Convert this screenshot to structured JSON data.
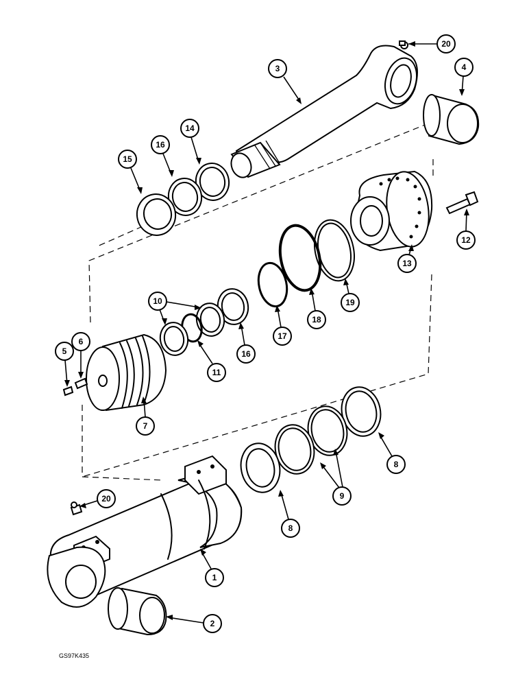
{
  "diagram": {
    "reference_code": "GS97K435",
    "callouts": [
      {
        "id": "c20a",
        "label": "20"
      },
      {
        "id": "c3",
        "label": "3"
      },
      {
        "id": "c4",
        "label": "4"
      },
      {
        "id": "c14",
        "label": "14"
      },
      {
        "id": "c16a",
        "label": "16"
      },
      {
        "id": "c15",
        "label": "15"
      },
      {
        "id": "c12",
        "label": "12"
      },
      {
        "id": "c13",
        "label": "13"
      },
      {
        "id": "c10",
        "label": "10"
      },
      {
        "id": "c19",
        "label": "19"
      },
      {
        "id": "c18",
        "label": "18"
      },
      {
        "id": "c17",
        "label": "17"
      },
      {
        "id": "c16b",
        "label": "16"
      },
      {
        "id": "c11",
        "label": "11"
      },
      {
        "id": "c5",
        "label": "5"
      },
      {
        "id": "c6",
        "label": "6"
      },
      {
        "id": "c7",
        "label": "7"
      },
      {
        "id": "c8a",
        "label": "8"
      },
      {
        "id": "c9",
        "label": "9"
      },
      {
        "id": "c8b",
        "label": "8"
      },
      {
        "id": "c20b",
        "label": "20"
      },
      {
        "id": "c1",
        "label": "1"
      },
      {
        "id": "c2",
        "label": "2"
      }
    ]
  }
}
